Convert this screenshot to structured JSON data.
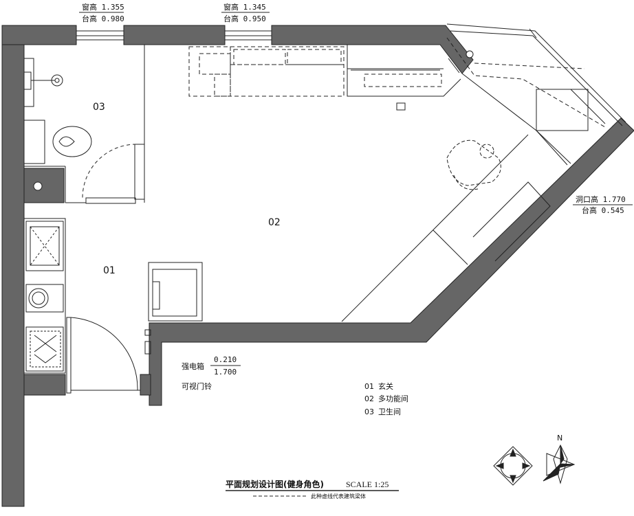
{
  "windows": [
    {
      "sill_label": "窗高 1.355",
      "base_label": "台高 0.980"
    },
    {
      "sill_label": "窗高 1.345",
      "base_label": "台高 0.950"
    }
  ],
  "opening": {
    "sill_label": "洞口高 1.770",
    "base_label": "台高 0.545"
  },
  "rooms": {
    "r01": "01",
    "r02": "02",
    "r03": "03"
  },
  "power_box": {
    "label": "强电箱",
    "top_value": "0.210",
    "bottom_value": "1.700"
  },
  "doorbell_label": "可视门铃",
  "legend": [
    {
      "code": "01",
      "name": "玄关"
    },
    {
      "code": "02",
      "name": "多功能间"
    },
    {
      "code": "03",
      "name": "卫生间"
    }
  ],
  "title": {
    "main": "平面规划设计图(健身角色)",
    "scale": "SCALE 1:25",
    "note": "此种虚线代表建筑梁体"
  },
  "compass": {
    "north": "N"
  },
  "colors": {
    "wall": "#666666",
    "line": "#222222"
  }
}
